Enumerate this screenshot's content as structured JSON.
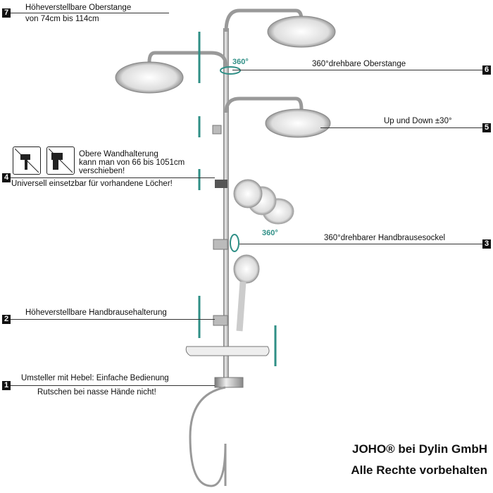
{
  "callouts": {
    "c7": {
      "num": "7",
      "line1": "Höheverstellbare Oberstange",
      "line2": "von 74cm bis 114cm"
    },
    "c6": {
      "num": "6",
      "label": "360°drehbare Oberstange",
      "badge": "360°"
    },
    "c5": {
      "num": "5",
      "label": "Up und Down ±30°"
    },
    "c4": {
      "num": "4",
      "line1": "Obere Wandhalterung",
      "line2": "kann man von 66 bis 1051cm",
      "line3": "verschieben!",
      "line4": "Universell einsetzbar für vorhandene Löcher!"
    },
    "c3": {
      "num": "3",
      "label": "360°drehbarer Handbrausesockel",
      "badge": "360°"
    },
    "c2": {
      "num": "2",
      "label": "Höheverstellbare Handbrausehalterung"
    },
    "c1": {
      "num": "1",
      "line1": "Umsteller mit Hebel: Einfache Bedienung",
      "line2": "Rutschen bei nasse Hände nicht!"
    }
  },
  "brand": {
    "line1": "JOHO® bei Dylin GmbH",
    "line2": "Alle Rechte vorbehalten"
  },
  "colors": {
    "accent": "#2f8f86"
  }
}
